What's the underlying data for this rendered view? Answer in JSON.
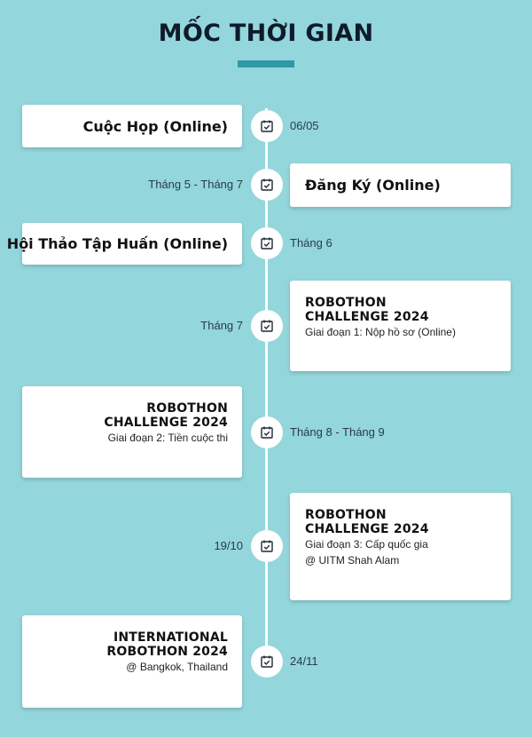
{
  "header": {
    "title": "MỐC THỜI GIAN"
  },
  "colors": {
    "background": "#93d6dc",
    "accent": "#2f9aa3",
    "line": "#ffffff"
  },
  "icon": "calendar-check-icon",
  "events": [
    {
      "date": "06/05",
      "title": "Cuộc Họp (Online)"
    },
    {
      "date": "Tháng 5 - Tháng 7",
      "title": "Đăng Ký (Online)"
    },
    {
      "date": "Tháng 6",
      "title": "Hội Thảo Tập Huấn (Online)"
    },
    {
      "date": "Tháng 7",
      "title_line1": "ROBOTHON",
      "title_line2": "CHALLENGE 2024",
      "desc": "Giai đoạn 1: Nộp hồ sơ (Online)"
    },
    {
      "date": "Tháng 8 - Tháng 9",
      "title_line1": "ROBOTHON",
      "title_line2": "CHALLENGE 2024",
      "desc": "Giai đoạn 2: Tiền cuộc thi"
    },
    {
      "date": "19/10",
      "title_line1": "ROBOTHON",
      "title_line2": "CHALLENGE 2024",
      "desc": "Giai đoạn 3: Cấp quốc gia",
      "desc2": "@ UITM Shah Alam"
    },
    {
      "date": "24/11",
      "title_line1": "INTERNATIONAL",
      "title_line2": "ROBOTHON 2024",
      "desc": "@ Bangkok, Thailand"
    }
  ]
}
